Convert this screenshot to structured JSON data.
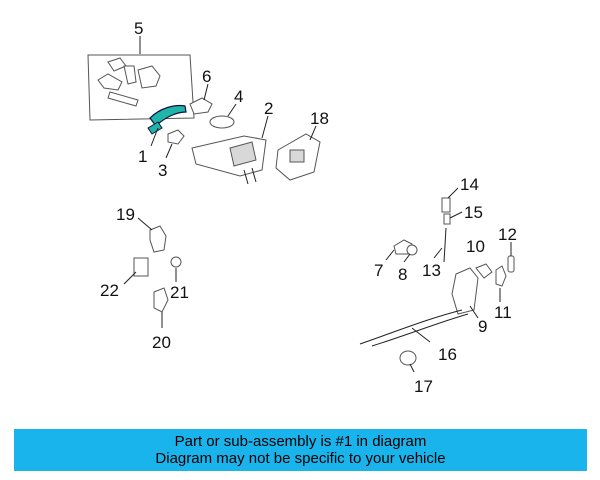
{
  "callouts": {
    "n1": "1",
    "n2": "2",
    "n3": "3",
    "n4": "4",
    "n5": "5",
    "n6": "6",
    "n7": "7",
    "n8": "8",
    "n9": "9",
    "n10": "10",
    "n11": "11",
    "n12": "12",
    "n13": "13",
    "n14": "14",
    "n15": "15",
    "n16": "16",
    "n17": "17",
    "n18": "18",
    "n19": "19",
    "n20": "20",
    "n21": "21",
    "n22": "22"
  },
  "banner": {
    "line1": "Part or sub-assembly is #1 in diagram",
    "line2": "Diagram may not be specific to your vehicle"
  },
  "colors": {
    "highlight": "#1fb5a8",
    "banner_bg": "#1ab4ec"
  }
}
